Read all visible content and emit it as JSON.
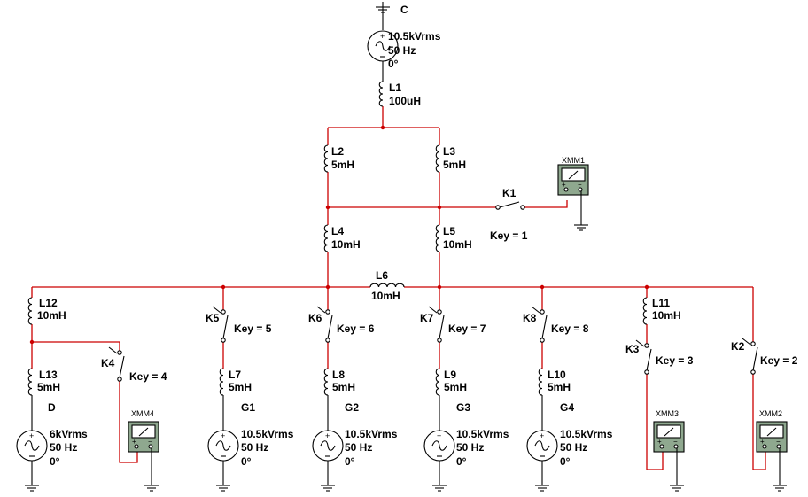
{
  "ground_top_label": "C",
  "source_main": {
    "line1": "10.5kVrms",
    "line2": "50 Hz",
    "line3": "0°"
  },
  "inductors": {
    "L1": {
      "name": "L1",
      "value": "100uH"
    },
    "L2": {
      "name": "L2",
      "value": "5mH"
    },
    "L3": {
      "name": "L3",
      "value": "5mH"
    },
    "L4": {
      "name": "L4",
      "value": "10mH"
    },
    "L5": {
      "name": "L5",
      "value": "10mH"
    },
    "L6": {
      "name": "L6",
      "value": "10mH"
    },
    "L7": {
      "name": "L7",
      "value": "5mH"
    },
    "L8": {
      "name": "L8",
      "value": "5mH"
    },
    "L9": {
      "name": "L9",
      "value": "5mH"
    },
    "L10": {
      "name": "L10",
      "value": "5mH"
    },
    "L11": {
      "name": "L11",
      "value": "10mH"
    },
    "L12": {
      "name": "L12",
      "value": "10mH"
    },
    "L13": {
      "name": "L13",
      "value": "5mH"
    }
  },
  "switches": {
    "K1": {
      "name": "K1",
      "key": "Key = 1"
    },
    "K2": {
      "name": "K2",
      "key": "Key = 2"
    },
    "K3": {
      "name": "K3",
      "key": "Key = 3"
    },
    "K4": {
      "name": "K4",
      "key": "Key = 4"
    },
    "K5": {
      "name": "K5",
      "key": "Key = 5"
    },
    "K6": {
      "name": "K6",
      "key": "Key = 6"
    },
    "K7": {
      "name": "K7",
      "key": "Key = 7"
    },
    "K8": {
      "name": "K8",
      "key": "Key = 8"
    }
  },
  "meters": {
    "XMM1": "XMM1",
    "XMM2": "XMM2",
    "XMM3": "XMM3",
    "XMM4": "XMM4"
  },
  "generators": {
    "D": {
      "name": "D",
      "line1": "6kVrms",
      "line2": "50 Hz",
      "line3": "0°"
    },
    "G1": {
      "name": "G1",
      "line1": "10.5kVrms",
      "line2": "50 Hz",
      "line3": "0°"
    },
    "G2": {
      "name": "G2",
      "line1": "10.5kVrms",
      "line2": "50 Hz",
      "line3": "0°"
    },
    "G3": {
      "name": "G3",
      "line1": "10.5kVrms",
      "line2": "50 Hz",
      "line3": "0°"
    },
    "G4": {
      "name": "G4",
      "line1": "10.5kVrms",
      "line2": "50 Hz",
      "line3": "0°"
    }
  },
  "colors": {
    "wire": "#cc0000",
    "component": "#000000",
    "meter_body": "#8fa88f"
  }
}
